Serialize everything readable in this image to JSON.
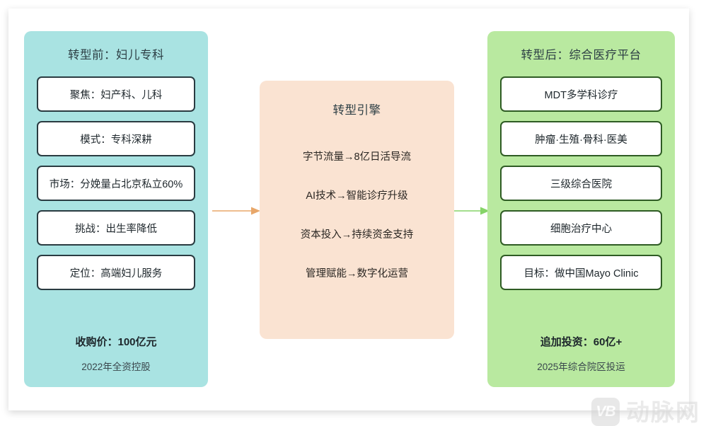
{
  "diagram": {
    "before": {
      "title": "转型前：妇儿专科",
      "bg_color": "#a9e3e2",
      "cards": [
        "聚焦：妇产科、儿科",
        "模式：专科深耕",
        "市场：分娩量占北京私立60%",
        "挑战：出生率降低",
        "定位：高端妇儿服务"
      ],
      "footer_main": "收购价：100亿元",
      "footer_sub": "2022年全资控股"
    },
    "engine": {
      "title": "转型引擎",
      "bg_color": "#fae3d2",
      "rows": [
        "字节流量→8亿日活导流",
        "AI技术→智能诊疗升级",
        "资本投入→持续资金支持",
        "管理赋能→数字化运营"
      ]
    },
    "after": {
      "title": "转型后：综合医疗平台",
      "bg_color": "#b9e9a0",
      "cards": [
        "MDT多学科诊疗",
        "肿瘤·生殖·骨科·医美",
        "三级综合医院",
        "细胞治疗中心",
        "目标：做中国Mayo Clinic"
      ],
      "footer_main": "追加投资：60亿+",
      "footer_sub": "2025年综合院区投运"
    },
    "arrows": [
      {
        "name": "arrow-before-to-engine",
        "color": "#e8a76a"
      },
      {
        "name": "arrow-engine-to-after",
        "color": "#86d468"
      }
    ]
  },
  "watermark": {
    "badge": "VB",
    "text": "动脉网"
  }
}
